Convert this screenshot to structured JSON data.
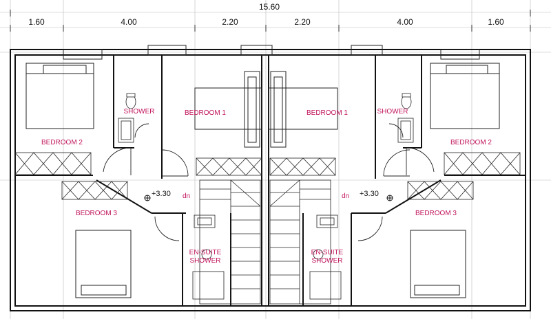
{
  "dimensions": {
    "overall": "15.60",
    "segments": [
      "1.60",
      "4.00",
      "2.20",
      "2.20",
      "4.00",
      "1.60"
    ]
  },
  "rooms": {
    "left_bedroom2": "BEDROOM 2",
    "left_shower": "SHOWER",
    "left_bedroom1": "BEDROOM 1",
    "right_bedroom1": "BEDROOM 1",
    "right_shower": "SHOWER",
    "right_bedroom2": "BEDROOM 2",
    "left_bedroom3": "BEDROOM 3",
    "right_bedroom3": "BEDROOM 3",
    "left_ensuite_l1": "EN-SUITE",
    "left_ensuite_l2": "SHOWER",
    "right_ensuite_l1": "EN-SUITE",
    "right_ensuite_l2": "SHOWER"
  },
  "levels": {
    "left": "+3.30",
    "right": "+3.30"
  },
  "stair": {
    "left_dn": "dn",
    "right_dn": "dn"
  },
  "colors": {
    "room_label": "#c0125a",
    "wall": "#111111"
  }
}
